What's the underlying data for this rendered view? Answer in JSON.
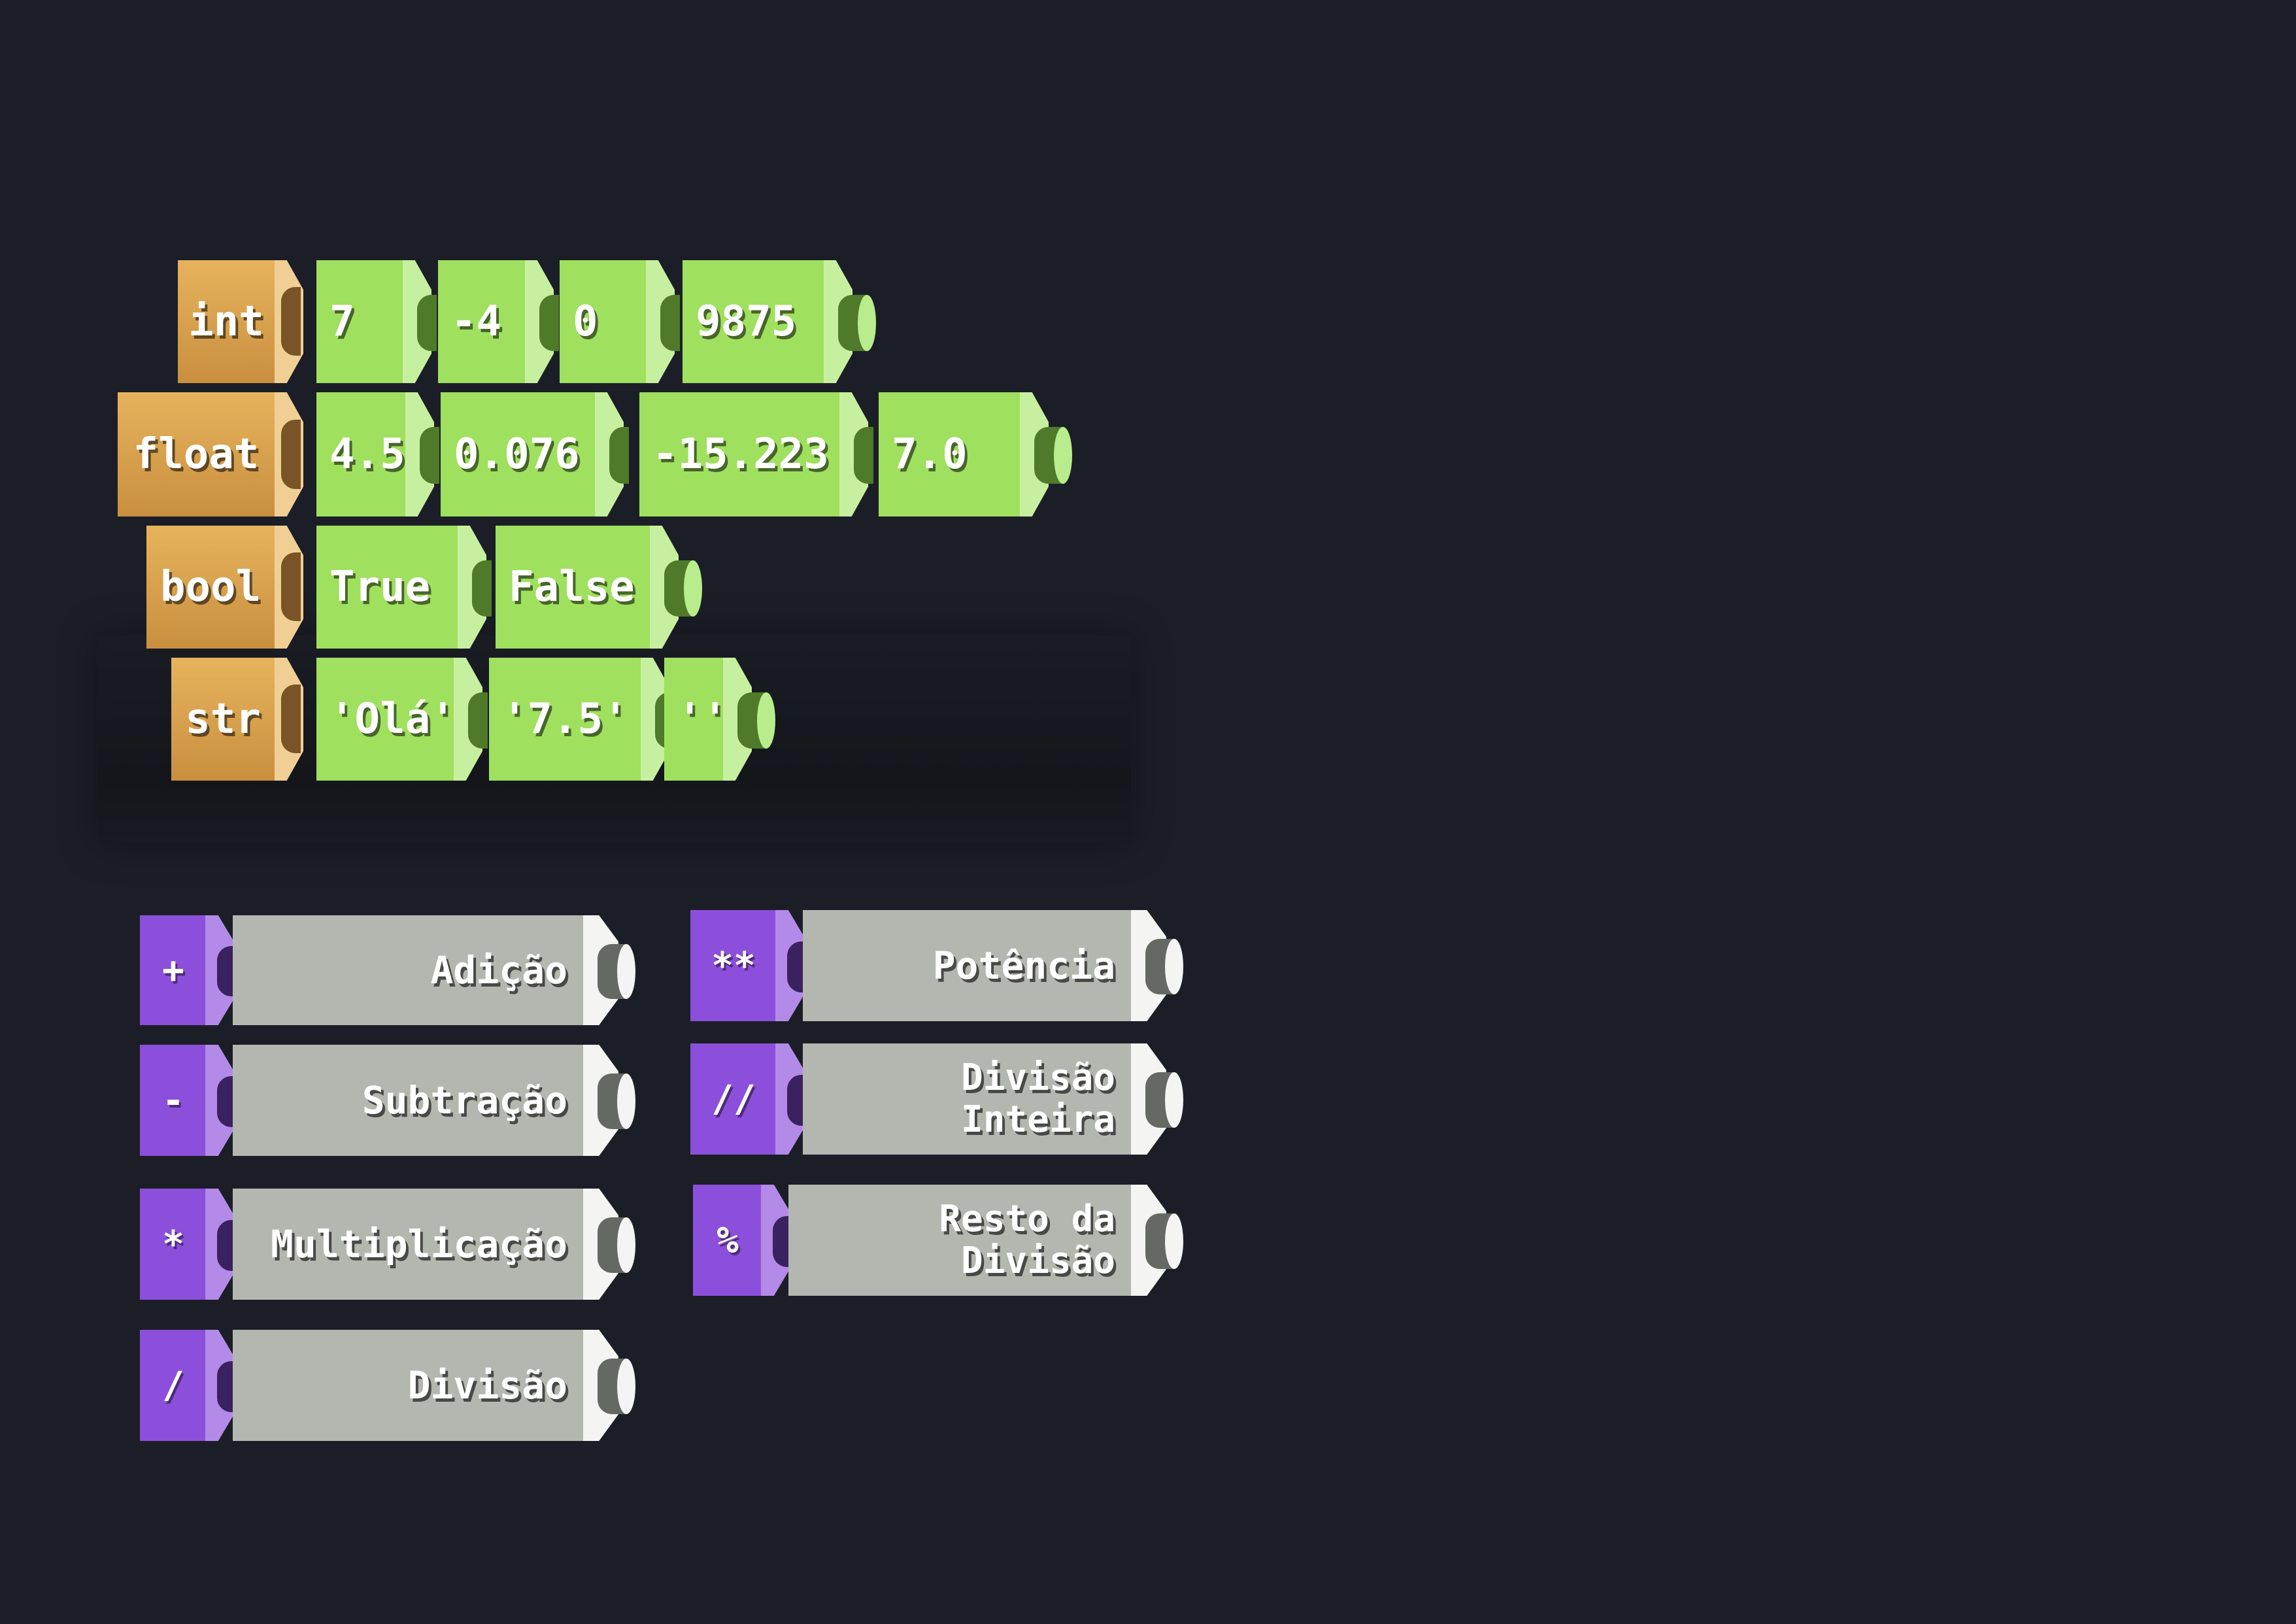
{
  "types": [
    {
      "label": "int",
      "values": [
        "7",
        "-4",
        "0",
        "9875"
      ]
    },
    {
      "label": "float",
      "values": [
        "4.5",
        "0.076",
        "-15.223",
        "7.0"
      ]
    },
    {
      "label": "bool",
      "values": [
        "True",
        "False"
      ]
    },
    {
      "label": "str",
      "values": [
        "'Olá'",
        "'7.5'",
        "''"
      ]
    }
  ],
  "operators": [
    {
      "symbol": "+",
      "name": "Adição"
    },
    {
      "symbol": "-",
      "name": "Subtração"
    },
    {
      "symbol": "*",
      "name": "Multiplicação"
    },
    {
      "symbol": "/",
      "name": "Divisão"
    },
    {
      "symbol": "**",
      "name": "Potência"
    },
    {
      "symbol": "//",
      "name": "Divisão Inteira"
    },
    {
      "symbol": "%",
      "name": "Resto da Divisão"
    }
  ],
  "colors": {
    "background": "#1c1e27",
    "type_block": "#e0a94f",
    "value_block": "#9fe05e",
    "operator_symbol": "#8c4fdb",
    "operator_body": "#b4b6b0"
  }
}
